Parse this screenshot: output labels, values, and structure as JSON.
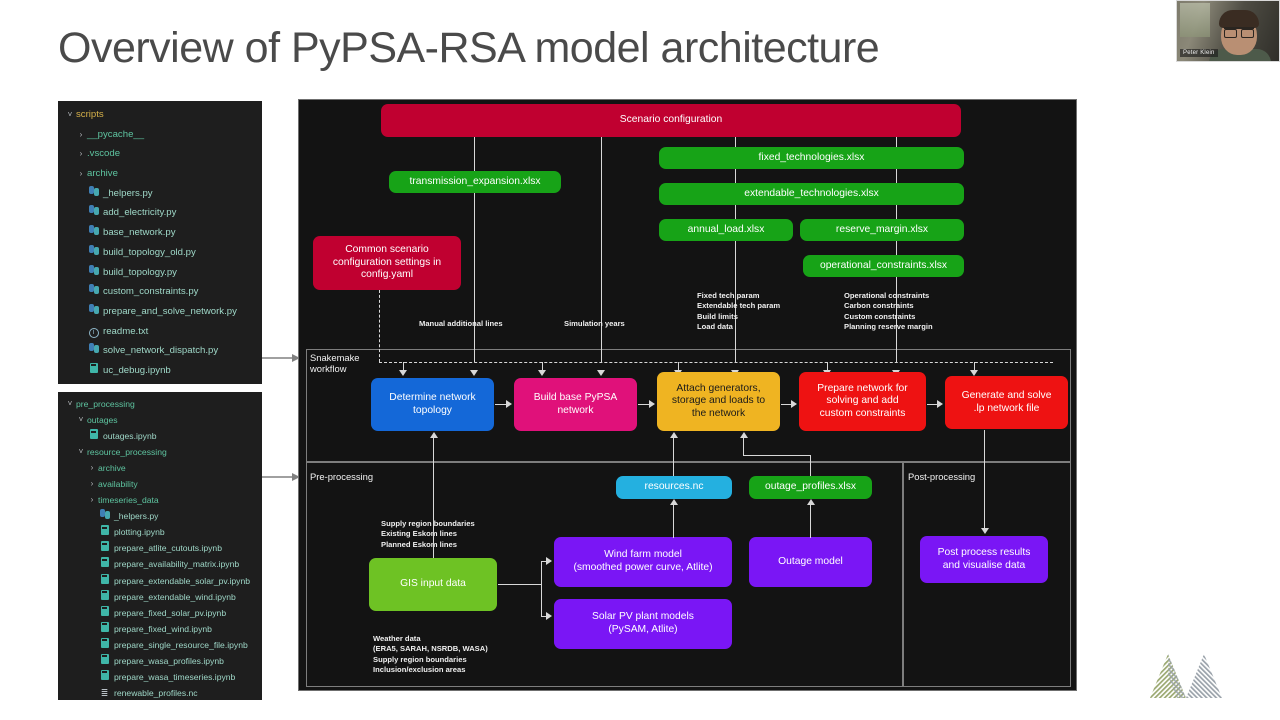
{
  "slide": {
    "title": "Overview of PyPSA-RSA model architecture"
  },
  "webcam": {
    "participant_name": "Peter Klein"
  },
  "logo": {
    "name": "meridian-economics-m-logo"
  },
  "file_trees": [
    {
      "id": "scripts",
      "items": [
        {
          "label": "scripts",
          "indent": 0,
          "kind": "folder-open",
          "color": "#d6b14a"
        },
        {
          "label": "__pycache__",
          "indent": 1,
          "kind": "folder-closed",
          "color": "#5ec4a0"
        },
        {
          "label": ".vscode",
          "indent": 1,
          "kind": "folder-closed",
          "color": "#5ec4a0"
        },
        {
          "label": "archive",
          "indent": 1,
          "kind": "folder-closed",
          "color": "#5ec4a0"
        },
        {
          "label": "_helpers.py",
          "indent": 1,
          "kind": "python",
          "color": "#9fd8c8"
        },
        {
          "label": "add_electricity.py",
          "indent": 1,
          "kind": "python",
          "color": "#9fd8c8"
        },
        {
          "label": "base_network.py",
          "indent": 1,
          "kind": "python",
          "color": "#9fd8c8"
        },
        {
          "label": "build_topology_old.py",
          "indent": 1,
          "kind": "python",
          "color": "#9fd8c8"
        },
        {
          "label": "build_topology.py",
          "indent": 1,
          "kind": "python",
          "color": "#9fd8c8"
        },
        {
          "label": "custom_constraints.py",
          "indent": 1,
          "kind": "python",
          "color": "#9fd8c8"
        },
        {
          "label": "prepare_and_solve_network.py",
          "indent": 1,
          "kind": "python",
          "color": "#9fd8c8"
        },
        {
          "label": "readme.txt",
          "indent": 1,
          "kind": "info",
          "color": "#9fd8c8"
        },
        {
          "label": "solve_network_dispatch.py",
          "indent": 1,
          "kind": "python",
          "color": "#9fd8c8"
        },
        {
          "label": "uc_debug.ipynb",
          "indent": 1,
          "kind": "notebook",
          "color": "#9fd8c8"
        }
      ]
    },
    {
      "id": "pre_processing",
      "items": [
        {
          "label": "pre_processing",
          "indent": 0,
          "kind": "folder-open",
          "color": "#5ec4a0"
        },
        {
          "label": "outages",
          "indent": 1,
          "kind": "folder-open",
          "color": "#5ec4a0"
        },
        {
          "label": "outages.ipynb",
          "indent": 1,
          "kind": "notebook",
          "color": "#9fd8c8"
        },
        {
          "label": "resource_processing",
          "indent": 1,
          "kind": "folder-open",
          "color": "#5ec4a0"
        },
        {
          "label": "archive",
          "indent": 2,
          "kind": "folder-closed",
          "color": "#5ec4a0"
        },
        {
          "label": "availability",
          "indent": 2,
          "kind": "folder-closed",
          "color": "#5ec4a0"
        },
        {
          "label": "timeseries_data",
          "indent": 2,
          "kind": "folder-closed",
          "color": "#5ec4a0"
        },
        {
          "label": "_helpers.py",
          "indent": 2,
          "kind": "python",
          "color": "#9fd8c8"
        },
        {
          "label": "plotting.ipynb",
          "indent": 2,
          "kind": "notebook",
          "color": "#9fd8c8"
        },
        {
          "label": "prepare_atlite_cutouts.ipynb",
          "indent": 2,
          "kind": "notebook",
          "color": "#9fd8c8"
        },
        {
          "label": "prepare_availability_matrix.ipynb",
          "indent": 2,
          "kind": "notebook",
          "color": "#9fd8c8"
        },
        {
          "label": "prepare_extendable_solar_pv.ipynb",
          "indent": 2,
          "kind": "notebook",
          "color": "#9fd8c8"
        },
        {
          "label": "prepare_extendable_wind.ipynb",
          "indent": 2,
          "kind": "notebook",
          "color": "#9fd8c8"
        },
        {
          "label": "prepare_fixed_solar_pv.ipynb",
          "indent": 2,
          "kind": "notebook",
          "color": "#9fd8c8"
        },
        {
          "label": "prepare_fixed_wind.ipynb",
          "indent": 2,
          "kind": "notebook",
          "color": "#9fd8c8"
        },
        {
          "label": "prepare_single_resource_file.ipynb",
          "indent": 2,
          "kind": "notebook",
          "color": "#9fd8c8"
        },
        {
          "label": "prepare_wasa_profiles.ipynb",
          "indent": 2,
          "kind": "notebook",
          "color": "#9fd8c8"
        },
        {
          "label": "prepare_wasa_timeseries.ipynb",
          "indent": 2,
          "kind": "notebook",
          "color": "#9fd8c8"
        },
        {
          "label": "renewable_profiles.nc",
          "indent": 2,
          "kind": "netcdf",
          "color": "#9fd8c8"
        }
      ]
    }
  ],
  "diagram": {
    "swimlanes": [
      {
        "id": "snakemake",
        "label": "Snakemake\nworkflow"
      },
      {
        "id": "pre-processing",
        "label": "Pre-processing"
      },
      {
        "id": "post-processing",
        "label": "Post-processing"
      }
    ],
    "nodes": {
      "scenario_configuration": {
        "label": "Scenario configuration",
        "color": "#c00030"
      },
      "common_scenario_config": {
        "label": "Common scenario\nconfiguration settings in\nconfig.yaml",
        "color": "#c00030"
      },
      "transmission_expansion": {
        "label": "transmission_expansion.xlsx",
        "color": "#17a317"
      },
      "fixed_technologies": {
        "label": "fixed_technologies.xlsx",
        "color": "#17a317"
      },
      "extendable_technologies": {
        "label": "extendable_technologies.xlsx",
        "color": "#17a317"
      },
      "annual_load": {
        "label": "annual_load.xlsx",
        "color": "#17a317"
      },
      "reserve_margin": {
        "label": "reserve_margin.xlsx",
        "color": "#17a317"
      },
      "operational_constraints": {
        "label": "operational_constraints.xlsx",
        "color": "#17a317"
      },
      "determine_network_topology": {
        "label": "Determine network\ntopology",
        "color": "#1468d8"
      },
      "build_base_pypsa_network": {
        "label": "Build base PyPSA\nnetwork",
        "color": "#e0117a"
      },
      "attach_generators": {
        "label": "Attach generators,\nstorage and loads to\nthe network",
        "color": "#efb422"
      },
      "prepare_network": {
        "label": "Prepare network for\nsolving and add\ncustom constraints",
        "color": "#ee1212"
      },
      "generate_and_solve": {
        "label": "Generate and solve\n.lp network file",
        "color": "#ee1212"
      },
      "resources_nc": {
        "label": "resources.nc",
        "color": "#24b0e0"
      },
      "outage_profiles": {
        "label": "outage_profiles.xlsx",
        "color": "#17a317"
      },
      "gis_input_data": {
        "label": "GIS input data",
        "color": "#6ec224"
      },
      "wind_farm_model": {
        "label": "Wind farm model\n(smoothed power curve, Atlite)",
        "color": "#7a16f5"
      },
      "solar_pv_models": {
        "label": "Solar PV plant models\n(PySAM, Atlite)",
        "color": "#7a16f5"
      },
      "outage_model": {
        "label": "Outage model",
        "color": "#7a16f5"
      },
      "post_process_results": {
        "label": "Post process results\nand visualise data",
        "color": "#7a16f5"
      }
    },
    "annotations": {
      "manual_additional_lines": "Manual additional lines",
      "simulation_years": "Simulation years",
      "tech_params": "Fixed tech param\nExtendable tech param\nBuild limits\nLoad data",
      "constraints": "Operational constraints\nCarbon constraints\nCustom constraints\nPlanning reserve margin",
      "gis_inputs_top": "Supply region boundaries\nExisting Eskom lines\nPlanned Eskom lines",
      "gis_inputs_bottom": "Weather data\n(ERA5, SARAH, NSRDB, WASA)\nSupply region boundaries\nInclusion/exclusion areas"
    }
  }
}
